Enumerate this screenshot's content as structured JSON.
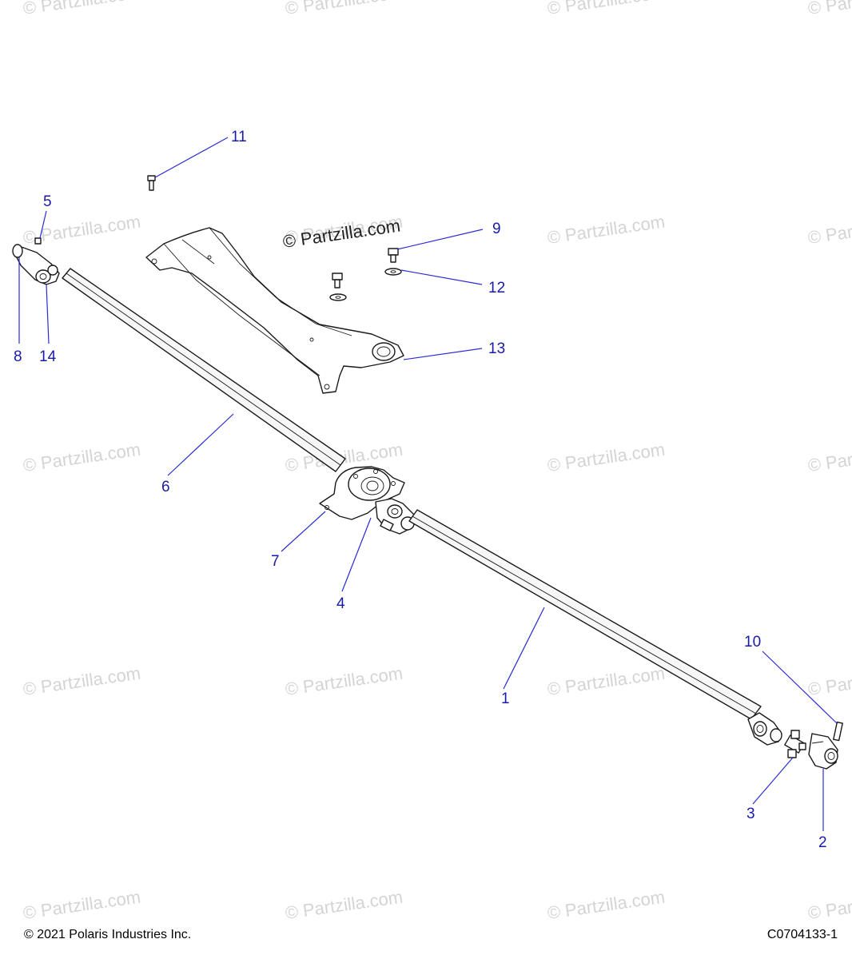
{
  "watermark_text": "© Partzilla.com",
  "center_mark": "© Partzilla.com",
  "footer": {
    "copyright": "© 2021 Polaris Industries Inc.",
    "diagram_code": "C0704133-1"
  },
  "callouts": [
    {
      "id": "1",
      "label": "1"
    },
    {
      "id": "2",
      "label": "2"
    },
    {
      "id": "3",
      "label": "3"
    },
    {
      "id": "4",
      "label": "4"
    },
    {
      "id": "5",
      "label": "5"
    },
    {
      "id": "6",
      "label": "6"
    },
    {
      "id": "7",
      "label": "7"
    },
    {
      "id": "8",
      "label": "8"
    },
    {
      "id": "9",
      "label": "9"
    },
    {
      "id": "10",
      "label": "10"
    },
    {
      "id": "11",
      "label": "11"
    },
    {
      "id": "12",
      "label": "12"
    },
    {
      "id": "13",
      "label": "13"
    },
    {
      "id": "14",
      "label": "14"
    }
  ]
}
